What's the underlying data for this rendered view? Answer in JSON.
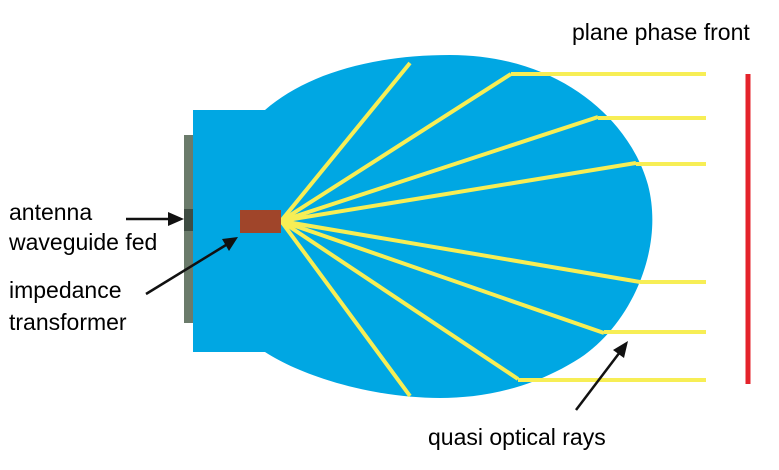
{
  "labels": {
    "plane_phase_front": "plane phase front",
    "antenna": "antenna",
    "waveguide_fed": "waveguide fed",
    "impedance": "impedance",
    "transformer": "transformer",
    "quasi_optical_rays": "quasi optical rays"
  },
  "colors": {
    "lens_body": "#00a7e3",
    "rays": "#f7ee55",
    "phase_front": "#e4232b",
    "transformer_block": "#a0452a",
    "waveguide_plate": "#6b7b6b",
    "arrows": "#111111"
  }
}
